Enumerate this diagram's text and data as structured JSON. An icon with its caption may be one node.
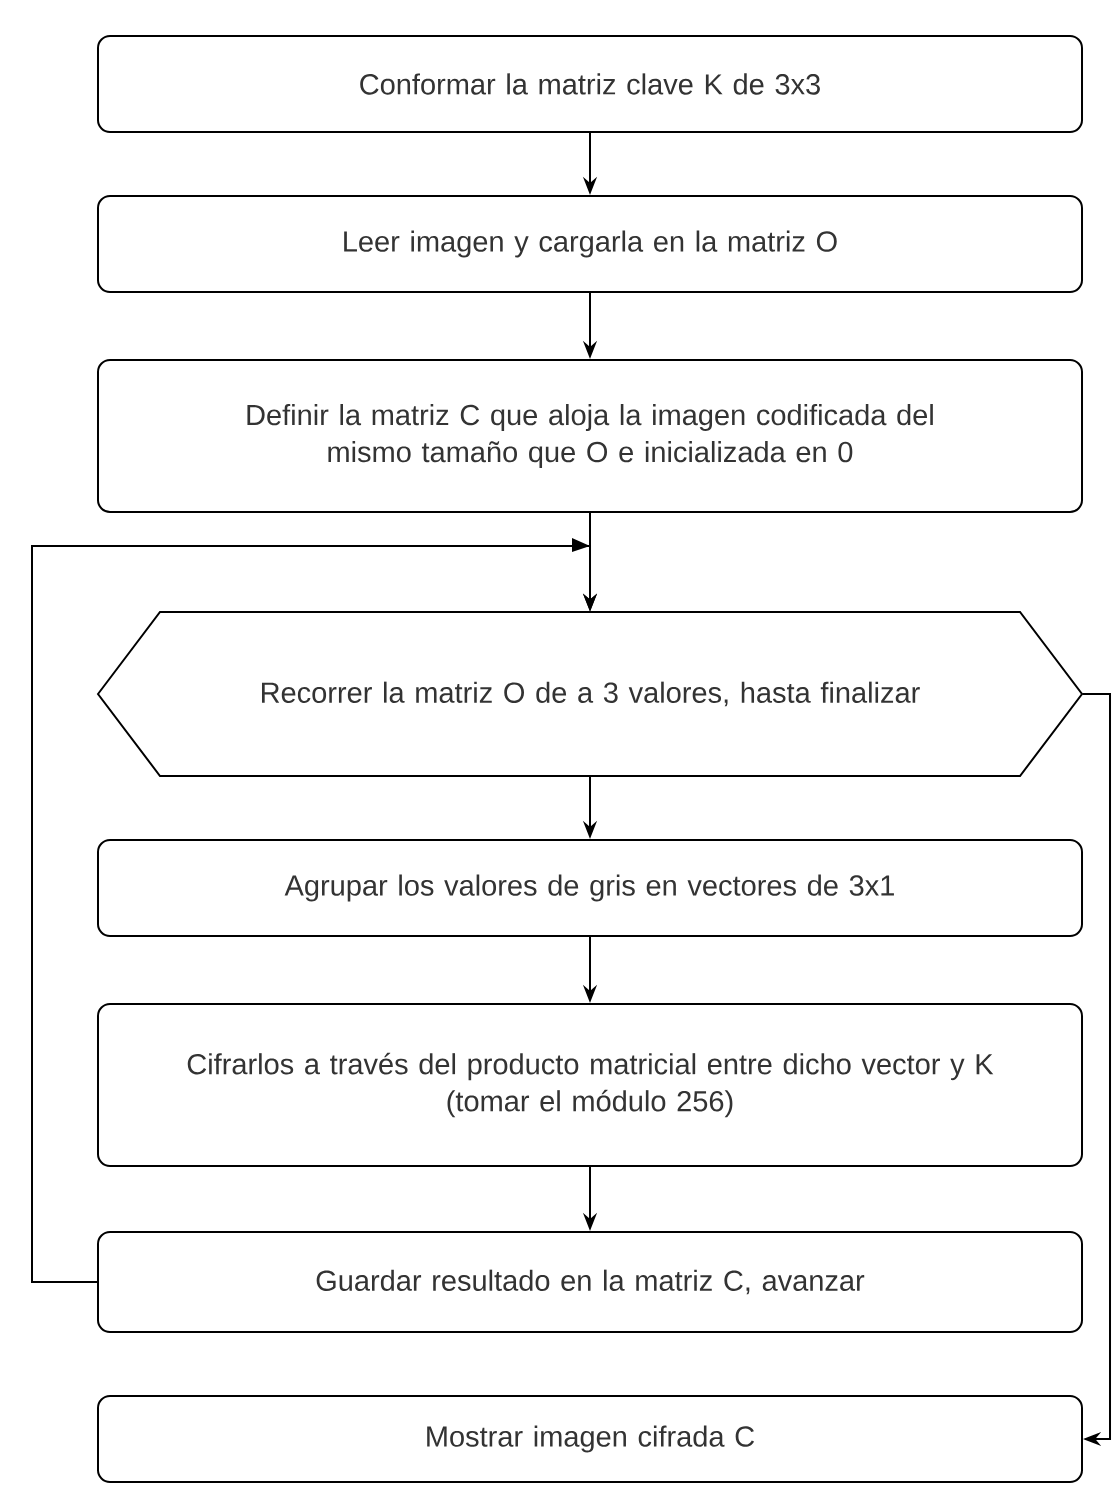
{
  "diagram": {
    "nodes": [
      {
        "text": [
          "Conformar la matriz clave K de 3x3"
        ]
      },
      {
        "text": [
          "Leer imagen y cargarla en la matriz O"
        ]
      },
      {
        "text": [
          "Definir la matriz C que aloja la imagen codificada del mismo tamaño que O e inicializada en 0"
        ]
      },
      {
        "text": [
          "Recorrer la matriz O de a 3 valores, hasta finalizar"
        ]
      },
      {
        "text": [
          "Agrupar los valores de gris en vectores de 3x1"
        ]
      },
      {
        "text": [
          "Cifrarlos a través del producto matricial entre dicho vector y K (tomar el módulo 256)"
        ]
      },
      {
        "text": [
          "Guardar resultado en la matriz C, avanzar"
        ]
      },
      {
        "text": [
          "Mostrar imagen cifrada C"
        ]
      }
    ],
    "edges": [
      {
        "from": 0,
        "to": 1,
        "arrow": "to"
      },
      {
        "from": 1,
        "to": 2,
        "arrow": "to"
      },
      {
        "from": 2,
        "to": 3,
        "arrow": "to"
      },
      {
        "from": 3,
        "to": 4,
        "arrow": "to"
      },
      {
        "from": 4,
        "to": 5,
        "arrow": "to"
      },
      {
        "from": 5,
        "to": 6,
        "arrow": "to"
      },
      {
        "from": 6,
        "to": 3,
        "arrow": "to"
      },
      {
        "from": 3,
        "to": 7,
        "arrow": "to"
      }
    ]
  }
}
